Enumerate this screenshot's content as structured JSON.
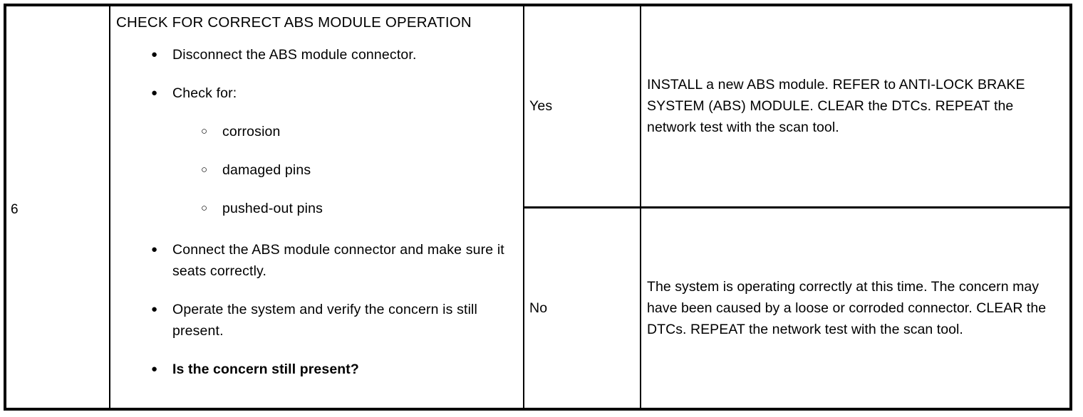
{
  "document": {
    "type": "pinpoint-test-step-table",
    "colors": {
      "border": "#000000",
      "text": "#000000",
      "background": "#ffffff"
    }
  },
  "step": {
    "number": "6",
    "title": "CHECK FOR CORRECT ABS MODULE OPERATION",
    "bullets": [
      {
        "marker": "●",
        "marker_name": "filled-bullet",
        "text": "Disconnect the ABS module connector.",
        "bold": false,
        "sub_items": []
      },
      {
        "marker": "●",
        "marker_name": "filled-bullet",
        "text": "Check for:",
        "bold": false,
        "sub_items": [
          {
            "marker": "○",
            "marker_name": "hollow-bullet",
            "text": "corrosion"
          },
          {
            "marker": "○",
            "marker_name": "hollow-bullet",
            "text": "damaged pins"
          },
          {
            "marker": "○",
            "marker_name": "hollow-bullet",
            "text": "pushed-out pins"
          }
        ]
      },
      {
        "marker": "●",
        "marker_name": "filled-bullet",
        "text": "Connect the ABS module connector and make sure it seats correctly.",
        "bold": false,
        "sub_items": []
      },
      {
        "marker": "●",
        "marker_name": "filled-bullet",
        "text": "Operate the system and verify the concern is still present.",
        "bold": false,
        "sub_items": []
      },
      {
        "marker": "●",
        "marker_name": "filled-bullet",
        "text": "Is the concern still present?",
        "bold": true,
        "sub_items": []
      }
    ]
  },
  "results": [
    {
      "answer": "Yes",
      "action": "INSTALL a new ABS module. REFER to ANTI-LOCK BRAKE SYSTEM (ABS) MODULE. CLEAR the DTCs. REPEAT the network test with the scan tool."
    },
    {
      "answer": "No",
      "action": "The system is operating correctly at this time. The concern may have been caused by a loose or corroded connector. CLEAR the DTCs. REPEAT the network test with the scan tool."
    }
  ]
}
